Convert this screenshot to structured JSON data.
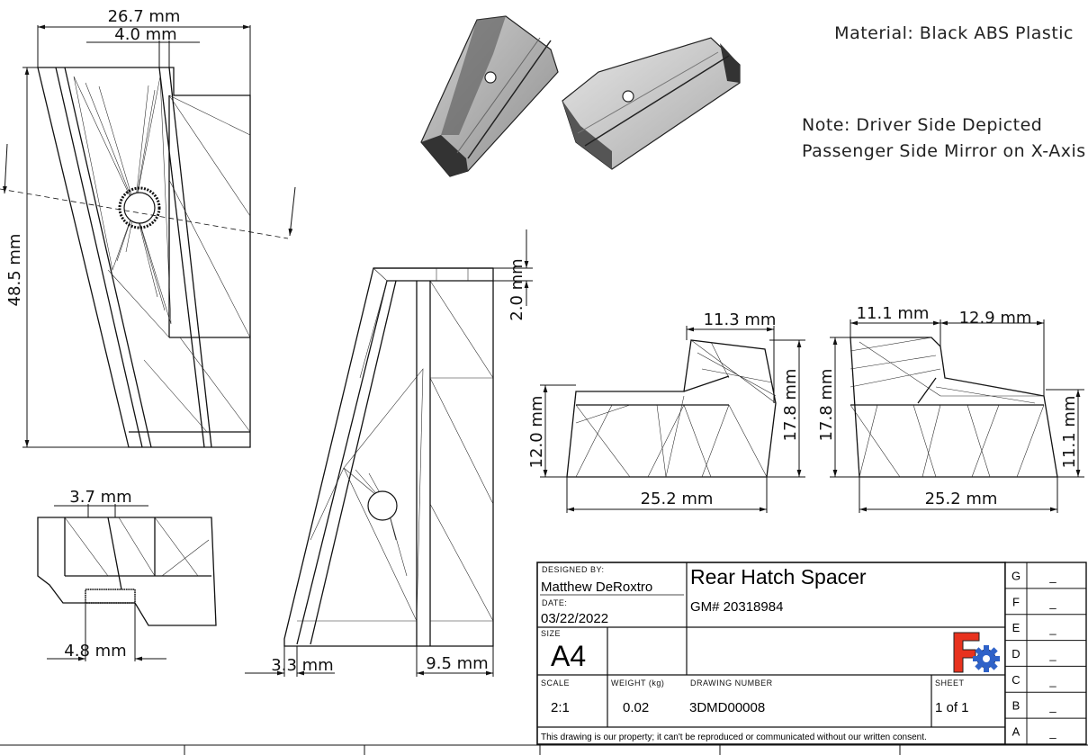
{
  "notes": {
    "material": "Material: Black ABS Plastic",
    "note_line1": "Note: Driver Side Depicted",
    "note_line2": "Passenger Side Mirror on X-Axis"
  },
  "dimensions": {
    "width_top": "26.7 mm",
    "width_slot": "4.0 mm",
    "height_main": "48.5 mm",
    "thickness_top": "2.0 mm",
    "bottom_left": "3.3 mm",
    "bottom_right": "9.5 mm",
    "detail_top": "3.7 mm",
    "detail_bottom": "4.8 mm",
    "front_step": "11.3 mm",
    "front_height_left": "12.0 mm",
    "front_height_right": "17.8 mm",
    "front_width": "25.2 mm",
    "side_step_left": "11.1 mm",
    "side_step_right": "12.9 mm",
    "side_height_left": "17.8 mm",
    "side_height_right": "11.1 mm",
    "side_width": "25.2 mm"
  },
  "title_block": {
    "designed_by_label": "DESIGNED BY:",
    "designer": "Matthew DeRoxtro",
    "date_label": "DATE:",
    "date": "03/22/2022",
    "title": "Rear Hatch Spacer",
    "part_number": "GM# 20318984",
    "size_label": "SIZE",
    "size": "A4",
    "scale_label": "SCALE",
    "scale": "2:1",
    "weight_label": "WEIGHT (kg)",
    "weight": "0.02",
    "drawing_number_label": "DRAWING NUMBER",
    "drawing_number": "3DMD00008",
    "sheet_label": "SHEET",
    "sheet": "1 of 1",
    "footer": "This drawing is our property; it can't be reproduced or communicated without our written consent.",
    "logo": "freecad-logo-icon"
  },
  "revisions": [
    {
      "letter": "G",
      "value": "_"
    },
    {
      "letter": "F",
      "value": "_"
    },
    {
      "letter": "E",
      "value": "_"
    },
    {
      "letter": "D",
      "value": "_"
    },
    {
      "letter": "C",
      "value": "_"
    },
    {
      "letter": "B",
      "value": "_"
    },
    {
      "letter": "A",
      "value": "_"
    }
  ],
  "colors": {
    "logo_red": "#e8321e",
    "logo_blue": "#2f62c8"
  }
}
